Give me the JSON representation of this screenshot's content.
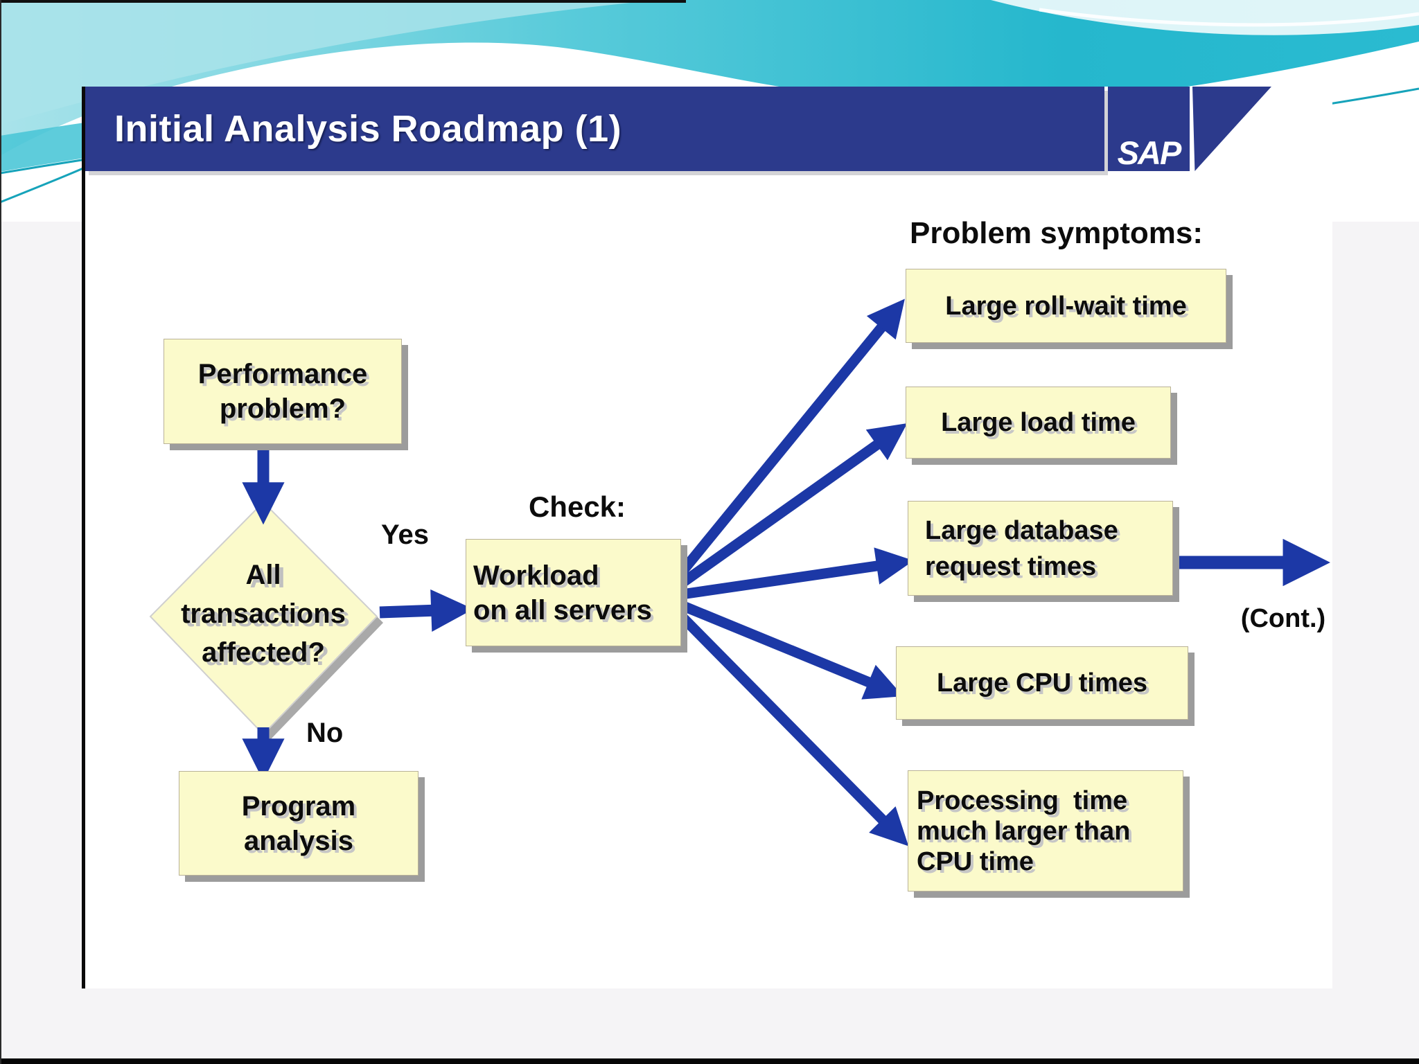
{
  "slide": {
    "title": "Initial Analysis Roadmap (1)",
    "logo_text": "SAP",
    "symptoms_heading": "Problem symptoms:",
    "check_label": "Check:",
    "yes_label": "Yes",
    "no_label": "No",
    "cont_label": "(Cont.)"
  },
  "flow": {
    "start_box": "Performance\nproblem?",
    "decision_diamond": "All\ntransactions\naffected?",
    "check_box": "Workload\non all servers",
    "no_branch_box": "Program\nanalysis",
    "symptom_boxes": {
      "roll_wait": "Large roll-wait time",
      "load": "Large load time",
      "database": "Large database\nrequest times",
      "cpu": "Large CPU times",
      "processing": "Processing  time\nmuch larger than\nCPU time"
    }
  },
  "colors": {
    "title_bar": "#2c3a8c",
    "arrow_blue": "#1c38a6",
    "box_fill": "#fbfacb",
    "box_shadow_gray": "#9c9c9c",
    "teal_light": "#a9e3ea",
    "teal_mid": "#59cbda",
    "teal_deep": "#25b7cd"
  }
}
